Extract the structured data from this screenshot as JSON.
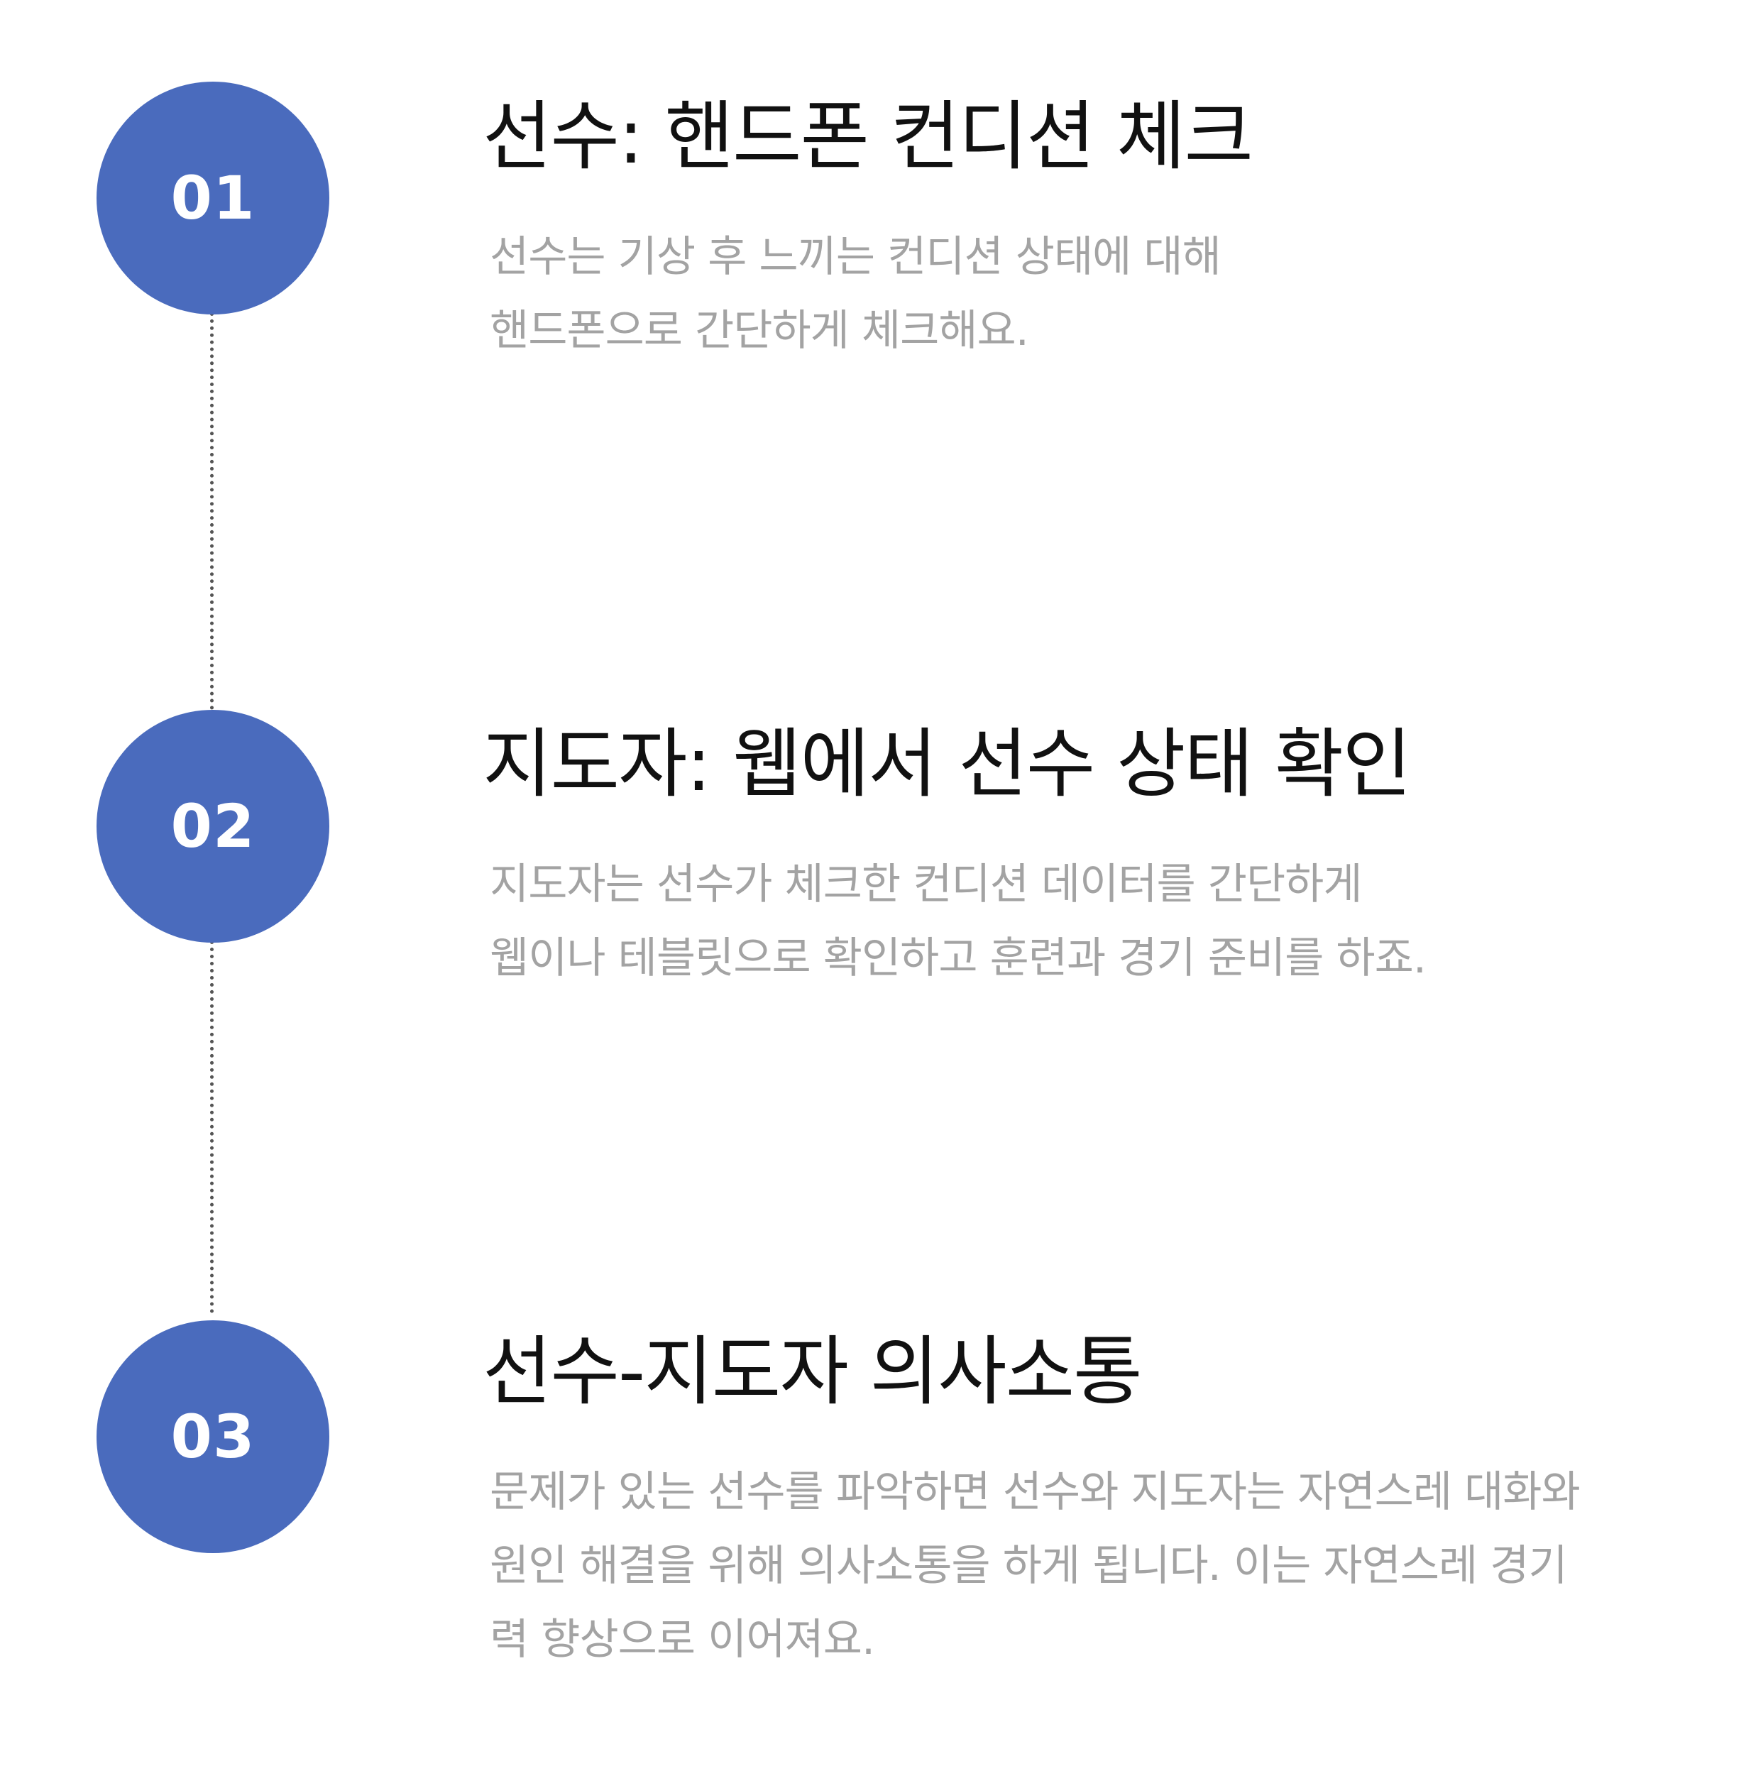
{
  "colors": {
    "badge": "#4a6bbd",
    "title": "#111111",
    "description": "#a3a3a3",
    "connector": "#555555"
  },
  "steps": [
    {
      "number": "01",
      "title": "선수: 핸드폰 컨디션 체크",
      "description_lines": [
        "선수는 기상 후 느끼는 컨디션 상태에 대해",
        "핸드폰으로 간단하게 체크해요."
      ]
    },
    {
      "number": "02",
      "title": "지도자: 웹에서 선수 상태 확인",
      "description_lines": [
        "지도자는 선수가 체크한 컨디션 데이터를 간단하게",
        "웹이나 테블릿으로 확인하고 훈련과 경기 준비를 하죠."
      ]
    },
    {
      "number": "03",
      "title": "선수-지도자 의사소통",
      "description_lines": [
        "문제가 있는 선수를 파악하면 선수와 지도자는 자연스레 대화와",
        "원인 해결을 위해 의사소통을 하게 됩니다. 이는 자연스레 경기",
        "력 향상으로 이어져요."
      ]
    }
  ]
}
